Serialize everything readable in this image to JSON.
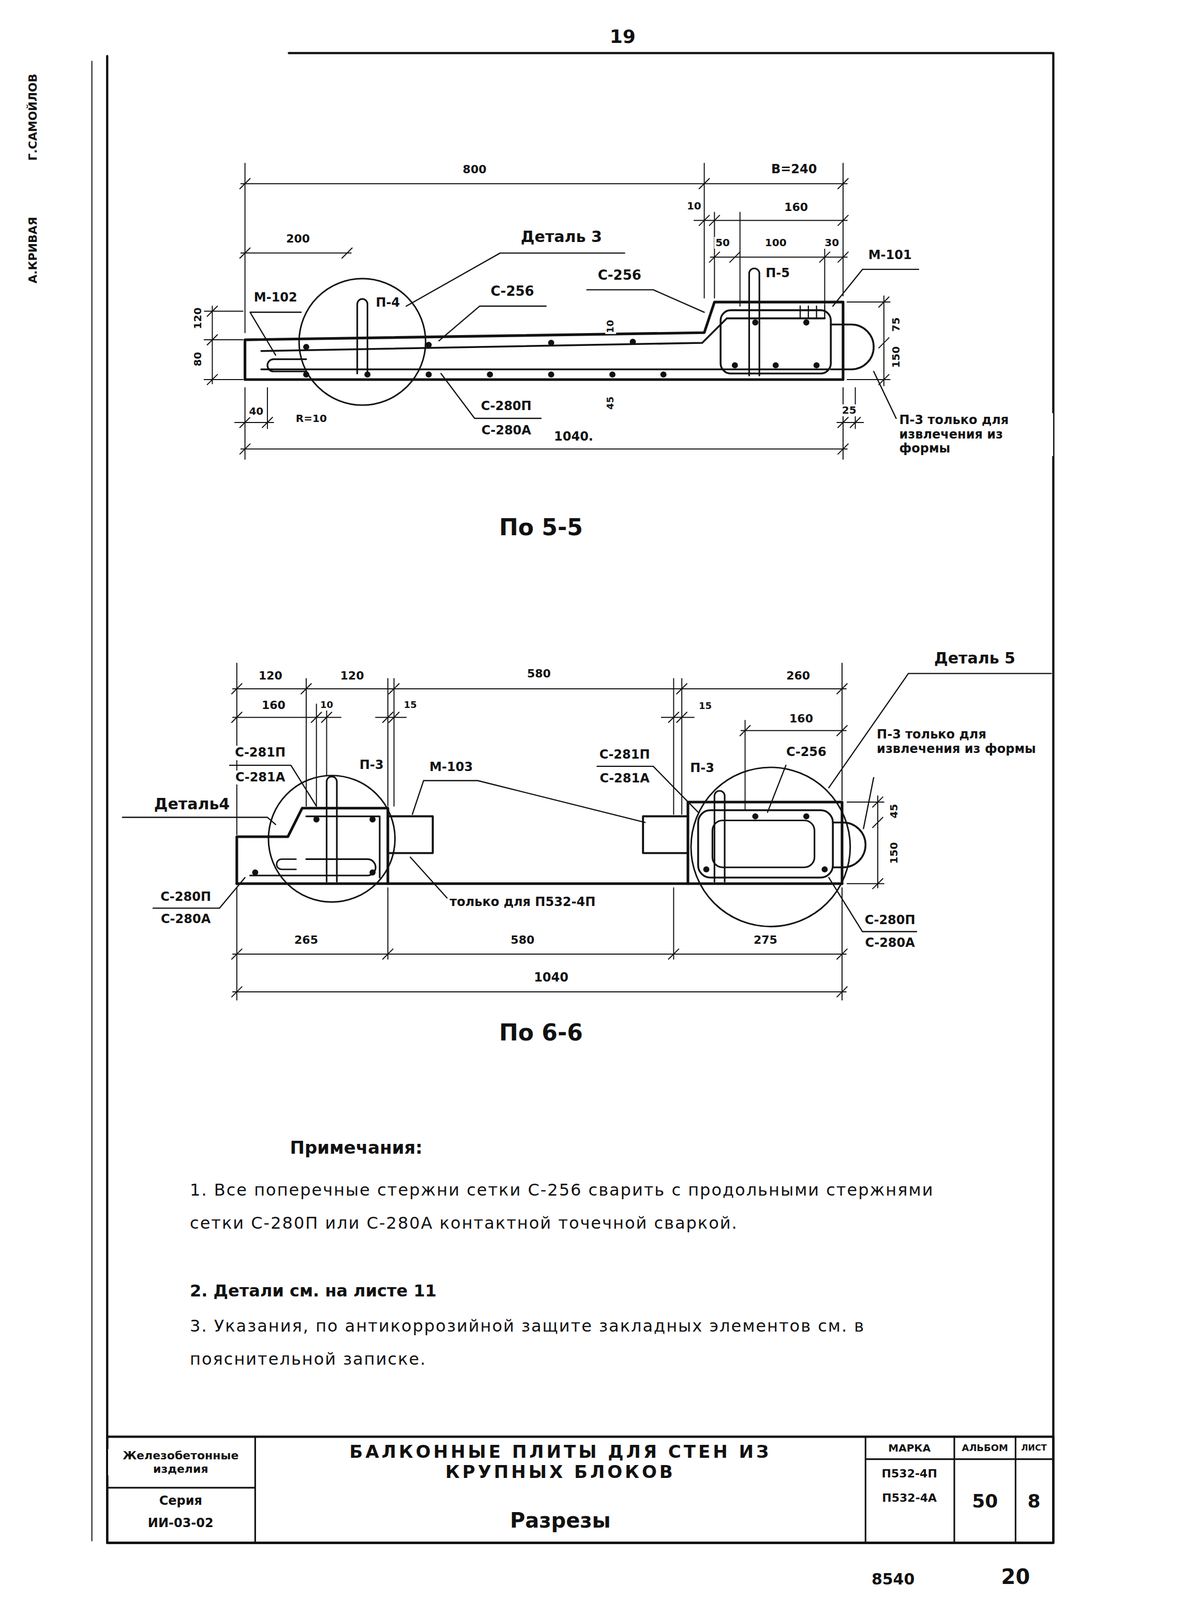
{
  "diagram": {
    "title": "БАЛКОННЫЕ ПЛИТЫ ДЛЯ СТЕН ИЗ КРУПНЫХ БЛОКОВ",
    "labels": [
      "19",
      "Г.САМОЙЛОВ",
      "А.КРИВАЯ",
      "800",
      "В=240",
      "10",
      "160",
      "50",
      "100",
      "30",
      "200",
      "Деталь 3",
      "М-102",
      "П-4",
      "С-256",
      "С-256",
      "П-5",
      "М-101",
      "10",
      "45",
      "120",
      "80",
      "75",
      "150",
      "40",
      "R=10",
      "С-280П",
      "С-280А",
      "25",
      "П-3 только для извлечения из формы",
      "1040.",
      "По 5-5",
      "120",
      "120",
      "580",
      "260",
      "160",
      "10",
      "15",
      "15",
      "160",
      "Деталь 5",
      "П-3 только для извлечения из формы",
      "С-281П",
      "С-281А",
      "П-3",
      "М-103",
      "С-281П",
      "С-281А",
      "П-3",
      "С-256",
      "Деталь4",
      "45",
      "150",
      "С-280П",
      "С-280А",
      "только для П532-4П",
      "265",
      "580",
      "275",
      "С-280П",
      "С-280А",
      "1040",
      "По 6-6",
      "Примечания:",
      "1. Все поперечные стержни сетки С-256 сварить с продольными стержнями сетки С-280П или С-280А контактной точечной сваркой.",
      "2. Детали см. на листе 11",
      "3. Указания, по антикоррозийной защите закладных элементов см. в пояснительной записке.",
      "Железобетонные изделия",
      "Серия",
      "ИИ-03-02",
      "Разрезы",
      "МАРКА",
      "АЛЬБОМ",
      "ЛИСТ",
      "П532-4П",
      "П532-4А",
      "50",
      "8",
      "8540",
      "20"
    ]
  }
}
